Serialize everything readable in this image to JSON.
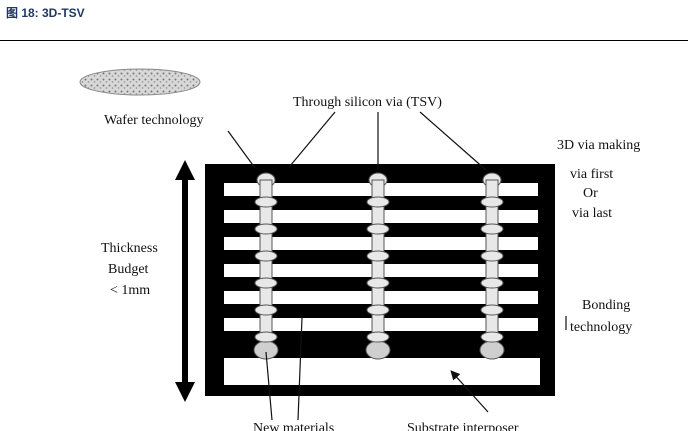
{
  "figure": {
    "caption": "图 18:  3D-TSV"
  },
  "diagram": {
    "labels": {
      "wafer": "Wafer technology",
      "tsv": "Through silicon via (TSV)",
      "via_making": "3D via making",
      "via_first": "via first",
      "or": "Or",
      "via_last": "via last",
      "thickness_1": "Thickness",
      "thickness_2": "Budget",
      "thickness_3": "< 1mm",
      "bonding_1": "Bonding",
      "bonding_2": "technology",
      "new_materials": "New materials",
      "substrate": "Substrate interposer"
    },
    "layer_count": 8,
    "via_columns": 3,
    "colors": {
      "frame": "#000000",
      "layer": "#ffffff",
      "line": "#111111"
    }
  }
}
